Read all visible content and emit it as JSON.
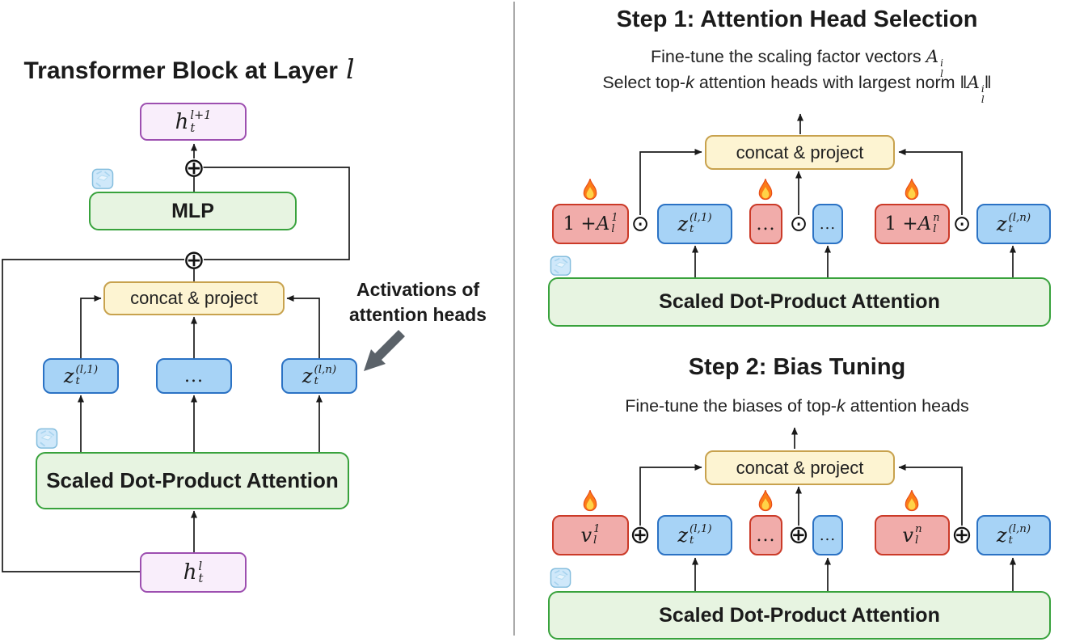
{
  "left": {
    "title_text": "Transformer Block at Layer",
    "title_math": "l",
    "h_out": {
      "base": "h",
      "sup": "l+1",
      "sub": "t"
    },
    "h_in": {
      "base": "h",
      "sup": "l",
      "sub": "t"
    },
    "mlp_label": "MLP",
    "concat_label": "concat & project",
    "attention_label": "Scaled Dot-Product Attention",
    "z1": {
      "base": "z",
      "sup": "(l,1)",
      "sub": "t"
    },
    "zn": {
      "base": "z",
      "sup": "(l,n)",
      "sub": "t"
    },
    "dots": "...",
    "annotation_line1": "Activations of",
    "annotation_line2": "attention heads"
  },
  "step1": {
    "title": "Step 1: Attention Head Selection",
    "subtitle1_text": "Fine-tune the scaling factor vectors ",
    "subtitle1_math": {
      "base": "A",
      "sup": "i",
      "sub": "l"
    },
    "subtitle2_pre": "Select top-",
    "subtitle2_k": "k",
    "subtitle2_mid": " attention heads with largest norm ",
    "norm_open": "‖",
    "norm_math": {
      "base": "A",
      "sup": "i",
      "sub": "l"
    },
    "norm_close": "‖",
    "concat_label": "concat & project",
    "attention_label": "Scaled Dot-Product Attention",
    "scale1": {
      "prefix": "1 + ",
      "base": "A",
      "sup": "1",
      "sub": "l"
    },
    "scalen": {
      "prefix": "1 + ",
      "base": "A",
      "sup": "n",
      "sub": "l"
    },
    "z1": {
      "base": "z",
      "sup": "(l,1)",
      "sub": "t"
    },
    "zn": {
      "base": "z",
      "sup": "(l,n)",
      "sub": "t"
    },
    "dots": "..."
  },
  "step2": {
    "title": "Step 2: Bias Tuning",
    "subtitle_pre": "Fine-tune the biases of top-",
    "subtitle_k": "k",
    "subtitle_post": " attention heads",
    "concat_label": "concat & project",
    "attention_label": "Scaled Dot-Product Attention",
    "bias1": {
      "base": "v",
      "sup": "1",
      "sub": "l"
    },
    "biasn": {
      "base": "v",
      "sup": "n",
      "sub": "l"
    },
    "z1": {
      "base": "z",
      "sup": "(l,1)",
      "sub": "t"
    },
    "zn": {
      "base": "z",
      "sup": "(l,n)",
      "sub": "t"
    },
    "dots": "..."
  },
  "ops": {
    "oplus": "⊕",
    "odot": "⊙"
  },
  "icons": {
    "flame": "flame-icon",
    "ice": "ice-cube-icon"
  },
  "colors": {
    "purple_fill": "#f9eefb",
    "purple_border": "#9d4fb0",
    "green_fill": "#e7f4e1",
    "green_border": "#38a23c",
    "yellow_fill": "#fdf4d2",
    "yellow_border": "#c8a24e",
    "blue_fill": "#a7d3f6",
    "blue_border": "#2b72c4",
    "red_fill": "#f1acaa",
    "red_border": "#cb3a28",
    "wire": "#1a1a1a",
    "divider": "#ababab",
    "pointer_arrow": "#5b6269"
  }
}
